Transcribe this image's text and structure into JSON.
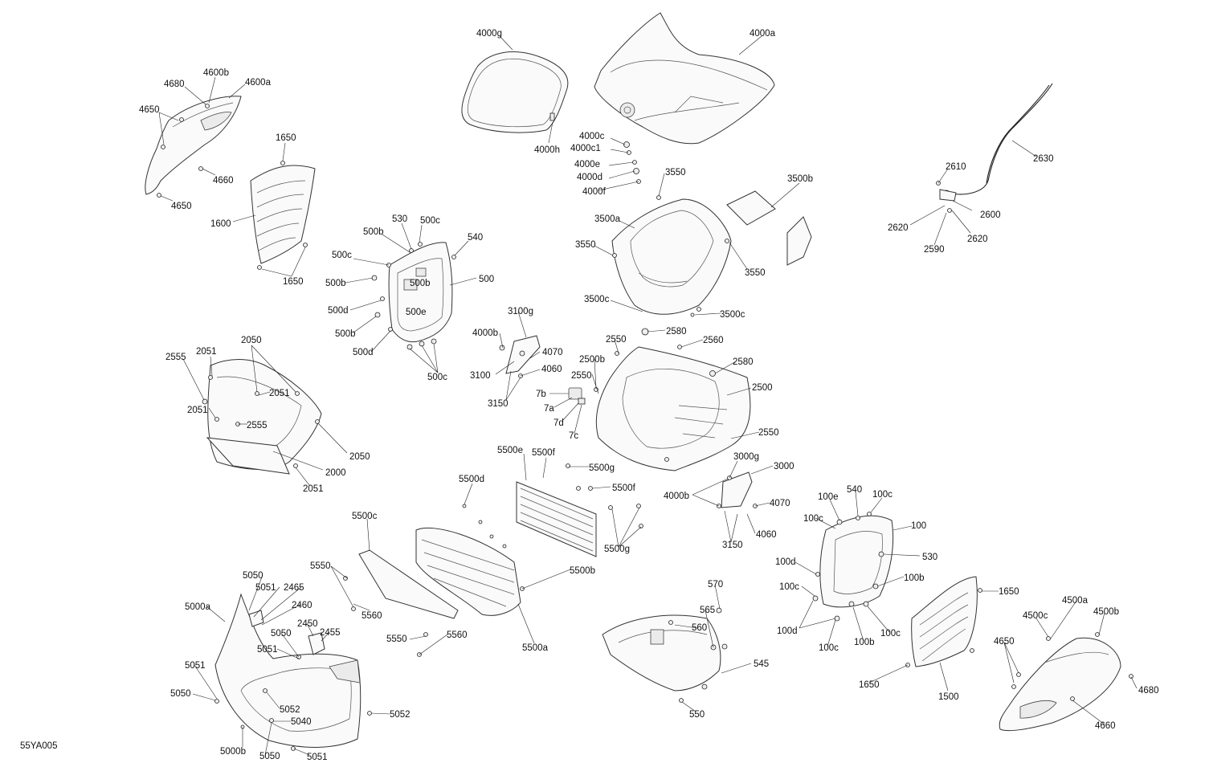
{
  "drawing_id": "55YA005",
  "callouts": [
    "4000g",
    "4000a",
    "4600b",
    "4680",
    "4600a",
    "4650",
    "4660",
    "4650",
    "1650",
    "1600",
    "1650",
    "4000c",
    "4000c1",
    "4000e",
    "4000d",
    "4000h",
    "4000f",
    "3550",
    "3500b",
    "2610",
    "2630",
    "2620",
    "2600",
    "2620",
    "2590",
    "530",
    "500c",
    "540",
    "500b",
    "500c",
    "500b",
    "500b",
    "500",
    "500d",
    "500e",
    "500b",
    "500d",
    "500c",
    "3500a",
    "3550",
    "3550",
    "3500c",
    "3500c",
    "2580",
    "2560",
    "2580",
    "3100g",
    "4000b",
    "4070",
    "4060",
    "3100",
    "3150",
    "2550",
    "2500b",
    "2550",
    "2500",
    "2550",
    "7b",
    "7a",
    "7d",
    "7c",
    "2555",
    "2051",
    "2050",
    "2051",
    "2051",
    "2555",
    "2050",
    "2000",
    "2051",
    "5500e",
    "5500f",
    "5500g",
    "5500f",
    "5500g",
    "5500d",
    "5500c",
    "5500b",
    "5500a",
    "3000g",
    "3000",
    "4000b",
    "4070",
    "4060",
    "3150",
    "100e",
    "540",
    "100c",
    "100c",
    "100",
    "530",
    "100d",
    "100b",
    "100c",
    "100d",
    "100c",
    "100b",
    "100c",
    "1650",
    "4500a",
    "4500b",
    "4500c",
    "4650",
    "4680",
    "4660",
    "1500",
    "1650",
    "570",
    "565",
    "560",
    "545",
    "550",
    "5550",
    "5560",
    "5550",
    "5560",
    "5050",
    "5051",
    "2465",
    "2460",
    "2450",
    "2455",
    "5000a",
    "5050",
    "5051",
    "5051",
    "5050",
    "5052",
    "5040",
    "5052",
    "5000b",
    "5050",
    "5051"
  ]
}
